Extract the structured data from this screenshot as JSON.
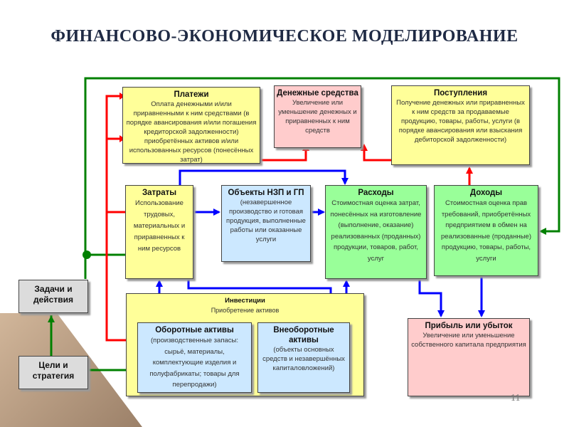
{
  "title": "ФИНАНСОВО-ЭКОНОМИЧЕСКОЕ МОДЕЛИРОВАНИЕ",
  "boxes": {
    "payments": {
      "title": "Платежи",
      "text": "Оплата денежными и/или приравненными к ним средствами (в порядке авансирования и/или погашения кредиторской задолженности) приобретённых активов и/или использованных ресурсов (понесённых затрат)"
    },
    "cash": {
      "title": "Денежные средства",
      "text": "Увеличение или уменьшение денежных и приравненных к ним средств"
    },
    "receipts": {
      "title": "Поступления",
      "text": "Получение денежных или приравненных к ним средств за продаваемые продукцию, товары, работы, услуги (в порядке авансирования или взыскания дебиторской задолженности)"
    },
    "costs": {
      "title": "Затраты",
      "text": "Использование трудовых, материальных и приравненных к ним ресурсов"
    },
    "wip": {
      "title": "Объекты НЗП и ГП",
      "text": "(незавершенное производство и готовая продукция, выполненные работы или оказанные услуги"
    },
    "expenses": {
      "title": "Расходы",
      "text": "Стоимостная оценка затрат, понесённых на изготовление (выполнение, оказание) реализованных (проданных) продукции, товаров, работ, услуг"
    },
    "income": {
      "title": "Доходы",
      "text": "Стоимостная оценка прав требований, приобретённых предприятием в обмен на реализованные (проданные) продукцию, товары, работы, услуги"
    },
    "investments": {
      "title": "Инвестиции",
      "text": "Приобретение активов"
    },
    "current_assets": {
      "title": "Оборотные активы",
      "text": "(производственные запасы: сырьё, материалы, комплектующие изделия и полуфабрикаты; товары для перепродажи)"
    },
    "noncurrent_assets": {
      "title": "Внеоборотные активы",
      "text": "(объекты основных средств и незавершённых капиталовложений)"
    },
    "profit": {
      "title": "Прибыль или убыток",
      "text": "Увеличение или уменьшение собственного капитала предприятия"
    },
    "tasks": {
      "title": "Задачи и действия"
    },
    "goals": {
      "title": "Цели и стратегия"
    }
  },
  "page_number": "11",
  "colors": {
    "red": "#ff0000",
    "blue": "#0000ff",
    "green": "#008000"
  }
}
